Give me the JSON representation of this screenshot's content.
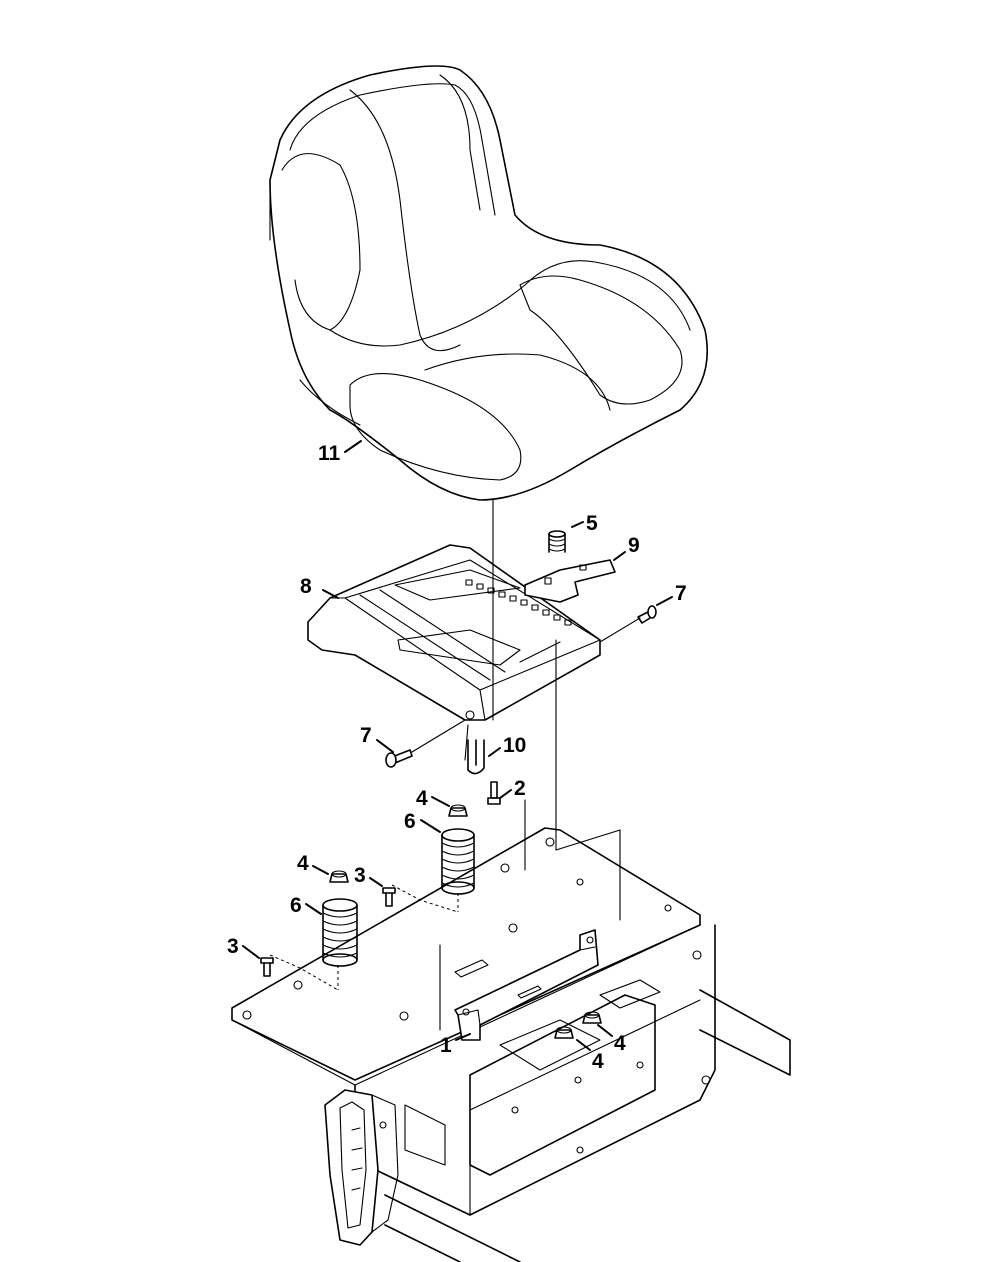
{
  "callouts": {
    "c1": "1",
    "c2": "2",
    "c3a": "3",
    "c3b": "3",
    "c4a": "4",
    "c4b": "4",
    "c4c": "4",
    "c4d": "4",
    "c5": "5",
    "c6a": "6",
    "c6b": "6",
    "c7a": "7",
    "c7b": "7",
    "c8": "8",
    "c9": "9",
    "c10": "10",
    "c11": "11"
  }
}
